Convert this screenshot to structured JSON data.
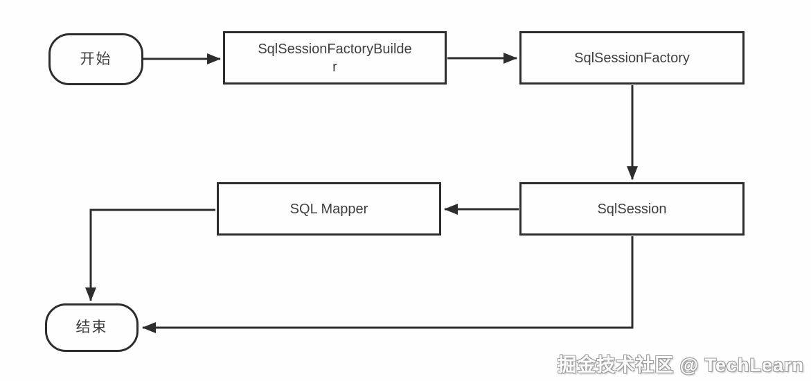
{
  "nodes": {
    "start": {
      "label": "开始",
      "shape": "stadium"
    },
    "builder": {
      "label": "SqlSessionFactoryBuilde\nr",
      "shape": "rect"
    },
    "factory": {
      "label": "SqlSessionFactory",
      "shape": "rect"
    },
    "session": {
      "label": "SqlSession",
      "shape": "rect"
    },
    "mapper": {
      "label": "SQL Mapper",
      "shape": "rect"
    },
    "end": {
      "label": "结束",
      "shape": "stadium"
    }
  },
  "edges": [
    {
      "from": "start",
      "to": "builder"
    },
    {
      "from": "builder",
      "to": "factory"
    },
    {
      "from": "factory",
      "to": "session"
    },
    {
      "from": "session",
      "to": "mapper"
    },
    {
      "from": "mapper",
      "to": "end"
    },
    {
      "from": "session",
      "to": "end"
    }
  ],
  "watermark": {
    "text": "掘金技术社区 @ TechLearn"
  },
  "colors": {
    "line": "#2d2d2d",
    "node_border": "#2d2d2d",
    "node_fill": "#fefefe",
    "text": "#3f3f3f",
    "background": "#fefefe"
  }
}
